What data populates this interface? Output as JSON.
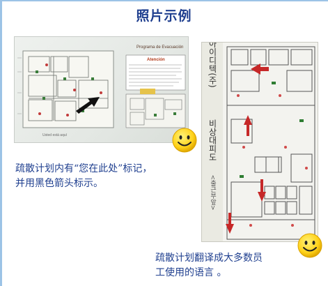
{
  "title": "照片示例",
  "caption_left": {
    "line1": "疏散计划内有“您在此处”标记，",
    "line2": "并用黑色箭头标示。"
  },
  "caption_right": {
    "line1": "疏散计划翻译成大多数员",
    "line2": "工使用的语言 。"
  },
  "photo_spanish": {
    "heading": "Programa de Evacuación",
    "box_heading": "Atención",
    "you_are_here": "Usted está aquí"
  },
  "photo_korean": {
    "vertical_1": "아이디텍(주)",
    "vertical_2": "비상대피도",
    "vertical_3": "<출근부앞>"
  },
  "colors": {
    "title": "#1f3f8f",
    "caption": "#1f3f8f",
    "frame": "#9cc3e6",
    "smiley_fill": "#ffd21a"
  },
  "icons": [
    "smiley-icon",
    "black-arrow-icon",
    "red-arrow-icon"
  ]
}
